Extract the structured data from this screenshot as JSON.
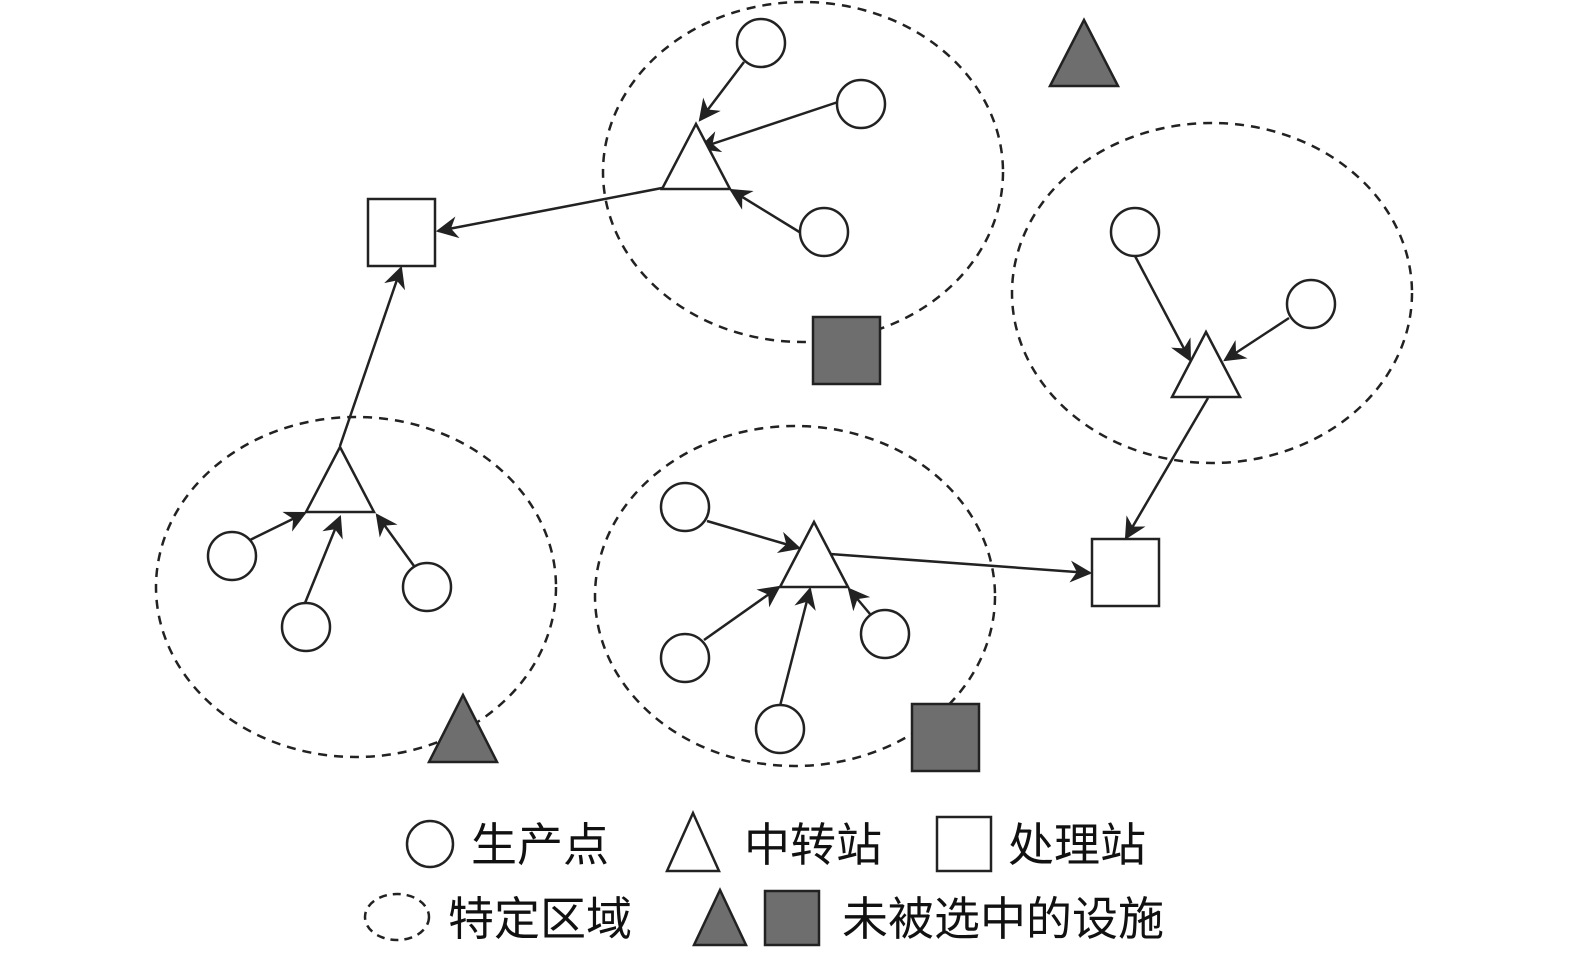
{
  "colors": {
    "stroke": "#222222",
    "unselected_fill": "#6e6e6e",
    "open_fill": "#ffffff"
  },
  "legend": {
    "production_point": "生产点",
    "transfer_station": "中转站",
    "processing_station": "处理站",
    "specific_region": "特定区域",
    "unselected_facilities": "未被选中的设施"
  }
}
